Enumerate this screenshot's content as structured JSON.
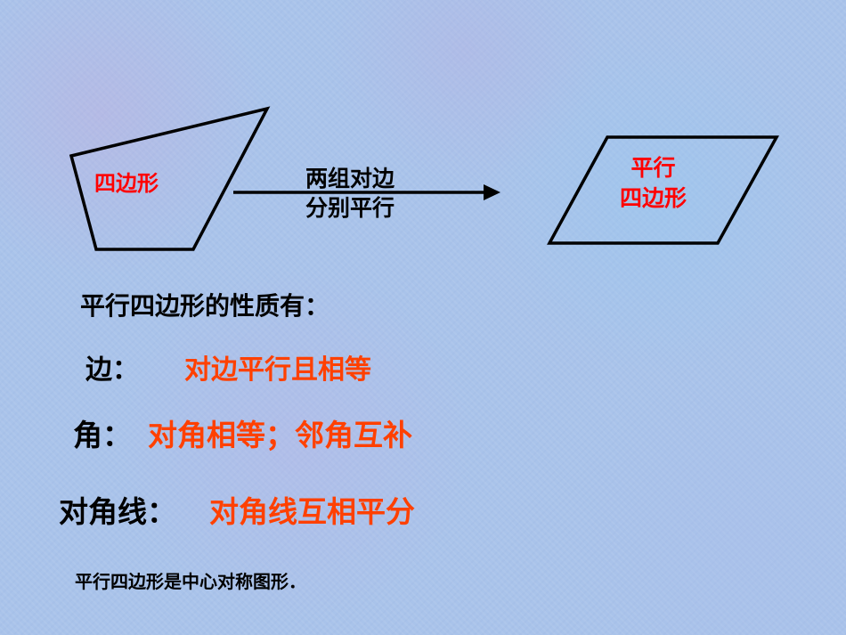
{
  "diagram": {
    "quadrilateral_label": "四边形",
    "arrow_label_line1": "两组对边",
    "arrow_label_line2": "分别平行",
    "parallelogram_label_line1": "平行",
    "parallelogram_label_line2": "四边形"
  },
  "properties": {
    "heading": "平行四边形的性质有：",
    "edge": {
      "term": "边：",
      "value": "对边平行且相等"
    },
    "angle": {
      "term": "角：",
      "value": "对角相等；邻角互补"
    },
    "diagonal": {
      "term": "对角线：",
      "value": "对角线互相平分"
    }
  },
  "footer_note": "平行四边形是中心对称图形．",
  "colors": {
    "label_red": "#ff0000",
    "value_orange": "#ff4000",
    "text_black": "#000000",
    "background": "#a9c3ea"
  }
}
